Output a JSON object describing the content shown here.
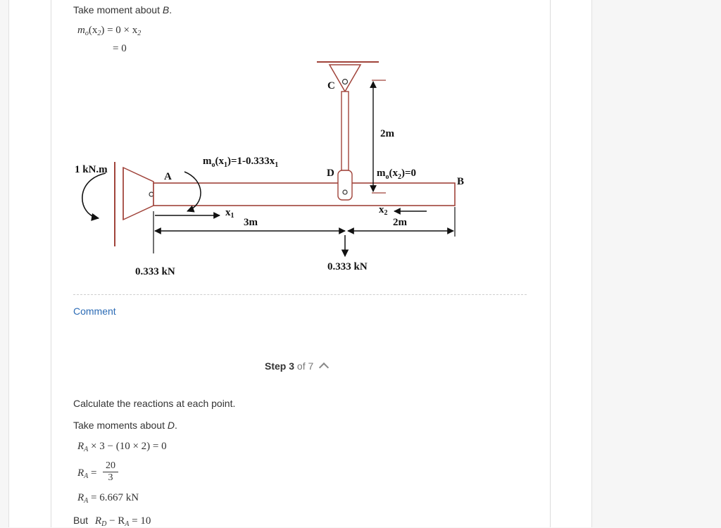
{
  "step2": {
    "intro_text": "Take moment about ",
    "intro_point": "B",
    "intro_end": ".",
    "eq1_lhs_m": "m",
    "eq1_lhs_sub": "o",
    "eq1_lhs_arg": "(x",
    "eq1_lhs_arg_sub": "2",
    "eq1_lhs_close": ")",
    "eq1_rhs": " = 0 × x",
    "eq1_rhs_sub": "2",
    "eq2": "= 0",
    "comment_label": "Comment"
  },
  "diagram": {
    "label_moment": "1 kN.m",
    "label_A": "A",
    "label_C": "C",
    "label_D": "D",
    "label_B": "B",
    "label_eq_left": "m",
    "label_eq_left_sub": "o",
    "label_eq_left_rest": "(x",
    "label_eq_left_sub2": "1",
    "label_eq_left_end": ")=1-0.333x",
    "label_eq_left_sub3": "1",
    "label_eq_right": "m",
    "label_eq_right_sub": "o",
    "label_eq_right_rest": "(x",
    "label_eq_right_sub2": "2",
    "label_eq_right_end": ")=0",
    "label_x1": "x",
    "label_x1_sub": "1",
    "label_x2": "x",
    "label_x2_sub": "2",
    "label_3m": "3m",
    "label_2m_top": "2m",
    "label_2m_bottom": "2m",
    "label_force_left": "0.333 kN",
    "label_force_right": "0.333 kN"
  },
  "step3": {
    "step_label": "Step 3",
    "step_of": " of 7",
    "line1": "Calculate the reactions at each point.",
    "line2_text": "Take moments about ",
    "line2_point": "D",
    "line2_end": ".",
    "eqA": "R",
    "eqA_sub": "A",
    "eqA_rest": " × 3 − (10 × 2) = 0",
    "eqB_lhs": "R",
    "eqB_sub": "A",
    "eqB_eq": " =",
    "eqB_num": "20",
    "eqB_den": "3",
    "eqC": "R",
    "eqC_sub": "A",
    "eqC_rest": " = 6.667 kN",
    "but_text": "But",
    "eqD_r1": "R",
    "eqD_sub1": "D",
    "eqD_mid": " − R",
    "eqD_sub2": "A",
    "eqD_end": " = 10"
  }
}
